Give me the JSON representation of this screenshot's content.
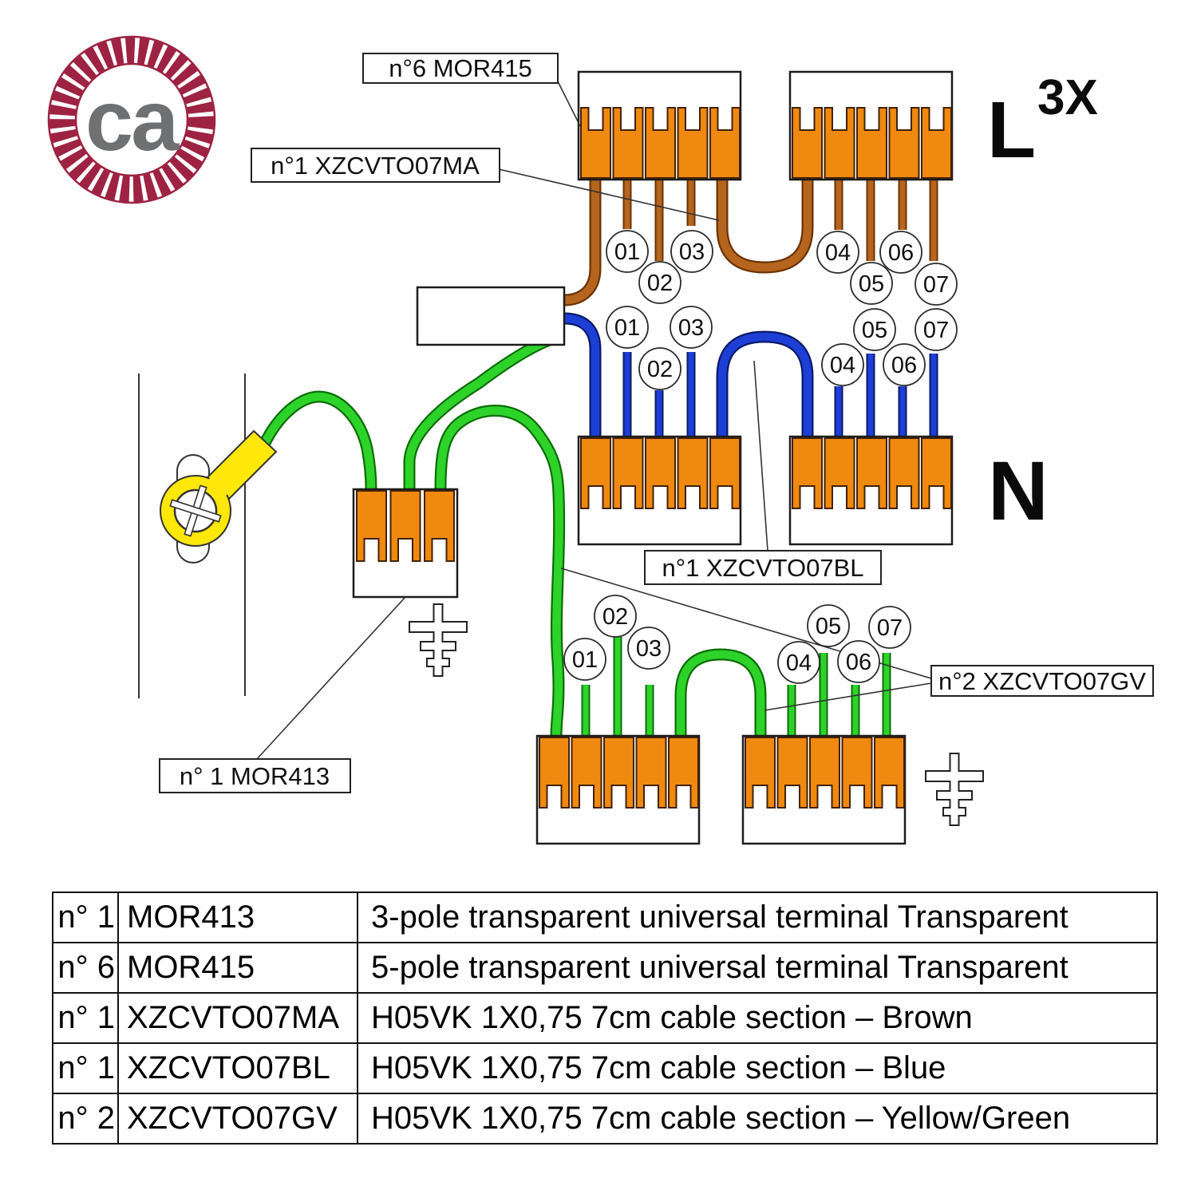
{
  "logo": {
    "text": "ca",
    "ring_color": "#9E2242",
    "text_color": "#6E7072"
  },
  "diagram": {
    "line_live": "L",
    "line_live_multiplier": "3X",
    "line_neutral": "N",
    "pins": [
      "01",
      "02",
      "03",
      "04",
      "05",
      "06",
      "07"
    ],
    "labels": {
      "mor415": "n°6 MOR415",
      "cable_brown": "n°1 XZCVTO07MA",
      "cable_blue": "n°1 XZCVTO07BL",
      "cable_green": "n°2 XZCVTO07GV",
      "mor413": "n° 1  MOR413"
    },
    "colors": {
      "terminal_orange": "#F0890F",
      "wire_brown": "#B5651D",
      "wire_blue": "#1d3fd6",
      "wire_green": "#2ed32a",
      "eyelet_yellow": "#ffe70a",
      "logo_maroon": "#9E2242"
    }
  },
  "parts_table": {
    "rows": [
      {
        "qty": "n° 1",
        "code": "MOR413",
        "desc": "3-pole transparent universal terminal Transparent"
      },
      {
        "qty": "n° 6",
        "code": "MOR415",
        "desc": "5-pole transparent universal terminal Transparent"
      },
      {
        "qty": "n° 1",
        "code": "XZCVTO07MA",
        "desc": "H05VK 1X0,75 7cm cable section – Brown"
      },
      {
        "qty": "n° 1",
        "code": "XZCVTO07BL",
        "desc": "H05VK 1X0,75 7cm cable section – Blue"
      },
      {
        "qty": "n° 2",
        "code": "XZCVTO07GV",
        "desc": "H05VK 1X0,75 7cm cable section – Yellow/Green"
      }
    ]
  }
}
